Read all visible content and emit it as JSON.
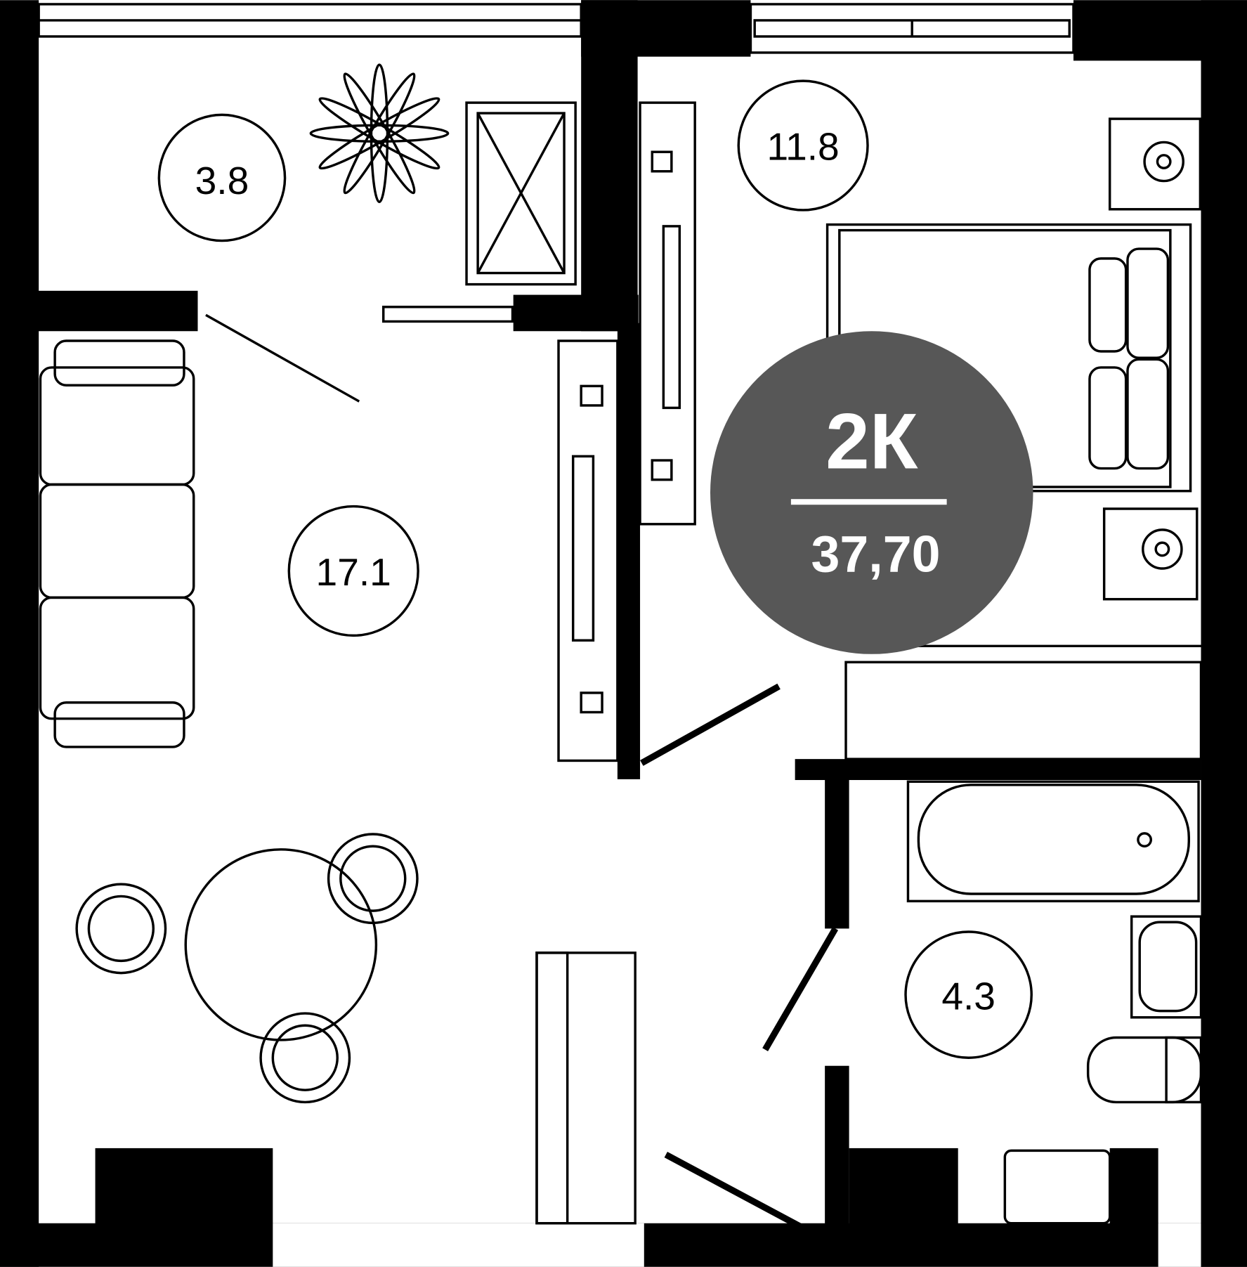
{
  "plan": {
    "type_label": "2К",
    "total_area": "37,70",
    "badge_color": "#575757",
    "rooms": [
      {
        "name": "balcony",
        "area": "3.8"
      },
      {
        "name": "bedroom",
        "area": "11.8"
      },
      {
        "name": "living-room",
        "area": "17.1"
      },
      {
        "name": "bathroom",
        "area": "4.3"
      }
    ]
  }
}
